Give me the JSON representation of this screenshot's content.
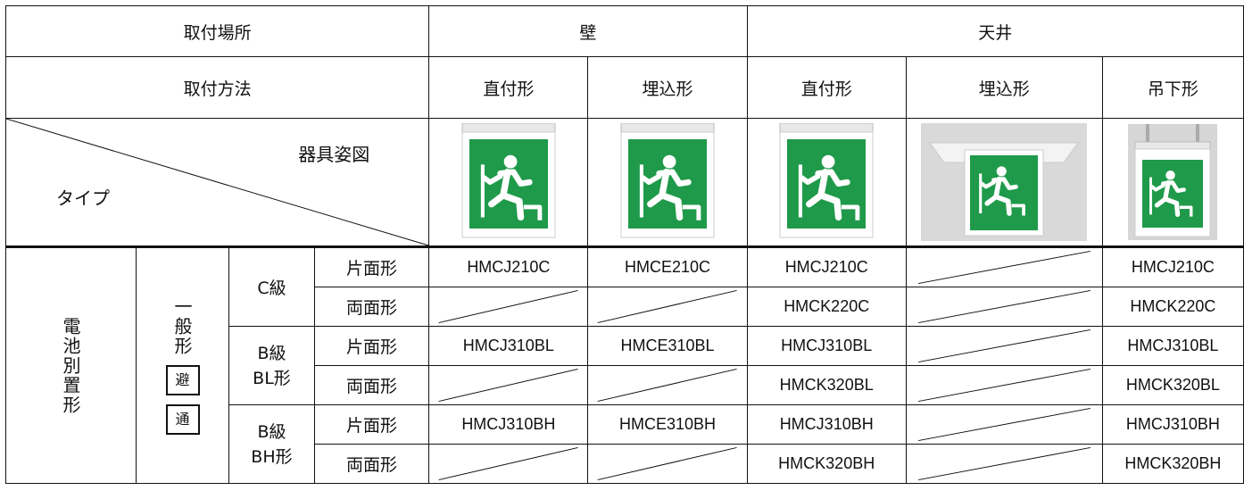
{
  "headers": {
    "location_label": "取付場所",
    "wall": "壁",
    "ceiling": "天井",
    "method_label": "取付方法",
    "methods": [
      "直付形",
      "埋込形",
      "直付形",
      "埋込形",
      "吊下形"
    ],
    "figure_label": "器具姿図",
    "type_label": "タイプ"
  },
  "left_labels": {
    "battery": "電池別置形",
    "general": "一般形",
    "mark1": "避",
    "mark2": "通"
  },
  "classes": [
    {
      "name": "C級",
      "rows": [
        {
          "face": "片面形",
          "cells": [
            "HMCJ210C",
            "HMCE210C",
            "HMCJ210C",
            "",
            "HMCJ210C"
          ]
        },
        {
          "face": "両面形",
          "cells": [
            "",
            "",
            "HMCK220C",
            "",
            "HMCK220C"
          ]
        }
      ]
    },
    {
      "name": "B級\nBL形",
      "rows": [
        {
          "face": "片面形",
          "cells": [
            "HMCJ310BL",
            "HMCE310BL",
            "HMCJ310BL",
            "",
            "HMCJ310BL"
          ]
        },
        {
          "face": "両面形",
          "cells": [
            "",
            "",
            "HMCK320BL",
            "",
            "HMCK320BL"
          ]
        }
      ]
    },
    {
      "name": "B級\nBH形",
      "rows": [
        {
          "face": "片面形",
          "cells": [
            "HMCJ310BH",
            "HMCE310BH",
            "HMCJ310BH",
            "",
            "HMCJ310BH"
          ]
        },
        {
          "face": "両面形",
          "cells": [
            "",
            "",
            "HMCK320BH",
            "",
            "HMCK320BH"
          ]
        }
      ]
    }
  ],
  "colors": {
    "sign_green": "#1f9a4a",
    "sign_white": "#ffffff",
    "frame": "#e8e8e8",
    "line": "#111111"
  }
}
